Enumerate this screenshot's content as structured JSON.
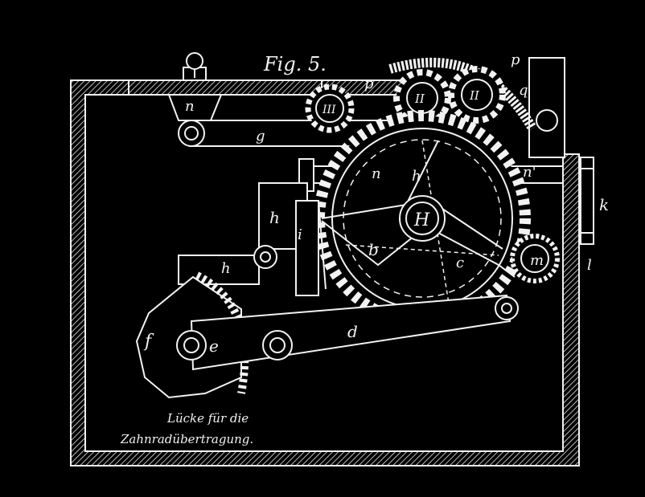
{
  "figure": {
    "title": "Fig. 5."
  },
  "caption": {
    "line1": "Lücke für die",
    "line2": "Zahnradübertragung."
  },
  "labels": {
    "n": "n",
    "g": "g",
    "p1": "p",
    "p2": "p",
    "q": "q",
    "n2": "n",
    "h": "h",
    "n3": "n'",
    "k": "k",
    "h2": "h",
    "i": "i",
    "hub": "H",
    "b": "b",
    "c": "c",
    "m": "m",
    "l": "l",
    "h3": "h",
    "f": "f",
    "e": "e",
    "d": "d"
  },
  "gear_marks": {
    "left": "III",
    "mid": "II",
    "right": "II"
  }
}
